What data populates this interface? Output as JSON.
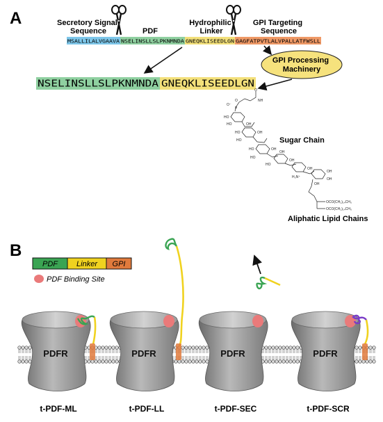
{
  "panelA": {
    "letter": "A",
    "labels": {
      "secretory": [
        "Secretory Signal",
        "Sequence"
      ],
      "pdf": "PDF",
      "hydrophilic": [
        "Hydrophilic",
        "Linker"
      ],
      "gpi_targeting": [
        "GPI Targeting",
        "Sequence"
      ]
    },
    "segments": [
      {
        "text": "MSALLILALVGAAVA",
        "color": "#7ec7ea"
      },
      {
        "text": "NSELINSLLSLPKNMNDA",
        "color": "#8fd0a0"
      },
      {
        "text": "GNEQKLISEEDLGN",
        "color": "#f3e07a"
      },
      {
        "text": "GAGFATPVTLALVPALLATFWSLL",
        "color": "#ef9966"
      }
    ],
    "gpi_machinery": [
      "GPI Processing",
      "Machinery"
    ],
    "product_segments": [
      {
        "text": "NSELINSLLSLPKNMNDA",
        "color": "#8fd0a0"
      },
      {
        "text": "GNEQKLISEEDLGN",
        "color": "#f3e07a"
      }
    ],
    "sugar_label": "Sugar Chain",
    "lipid_label": "Aliphatic Lipid Chains",
    "molecule_text": {
      "o1": "O",
      "nh": "NH",
      "o2": "O",
      "p": "P",
      "o_minus": "O⁻",
      "oh1": "HO",
      "oh2": "HO",
      "oh3": "OH",
      "oh4": "HO",
      "oh5": "OH",
      "oh6": "HO",
      "oh7": "HO",
      "oh8": "OH",
      "oh9": "HO",
      "oh10": "OH",
      "oh11": "OH",
      "oh12": "HO",
      "nh3": "H₃N⁺",
      "oh13": "OH",
      "oh14": "OH",
      "oh15": "OH",
      "oh16": "OH",
      "acyl1": "OCO(CH₂)₁₄CH₃",
      "acyl2": "OCO(CH₂)₁₄CH₃"
    }
  },
  "panelB": {
    "letter": "B",
    "legend": [
      {
        "label": "PDF",
        "color": "#3aa453"
      },
      {
        "label": "Linker",
        "color": "#f0d21f"
      },
      {
        "label": "GPI",
        "color": "#e07a3c"
      }
    ],
    "binding_site_label": "PDF Binding Site",
    "binding_site_color": "#ea7a7a",
    "receptor_label": "PDFR",
    "constructs": [
      "t-PDF-ML",
      "t-PDF-LL",
      "t-PDF-SEC",
      "t-PDF-SCR"
    ]
  }
}
